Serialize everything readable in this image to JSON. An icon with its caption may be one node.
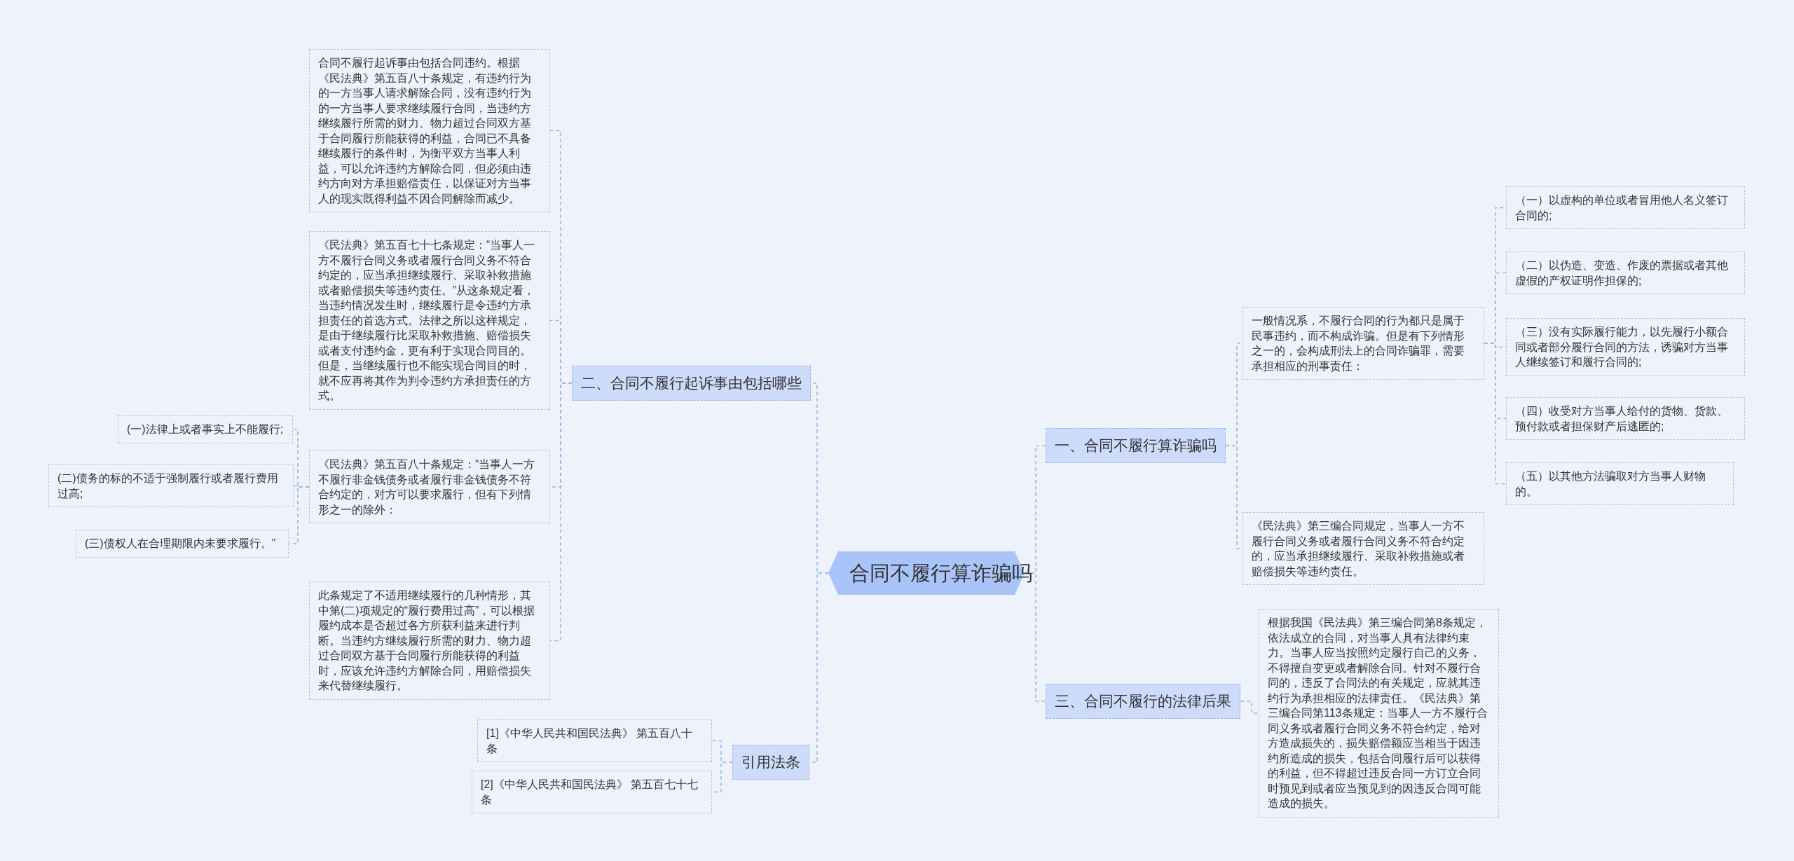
{
  "diagram": {
    "nodes": [
      {
        "text": [
          "合同不履行算诈骗吗"
        ]
      },
      {
        "text": [
          "二、合同不履行起诉事由包括哪些"
        ]
      },
      {
        "text": [
          "合同不履行起诉事由包括合同违约。根据《民法典》第五百八十条规定，有违约行为的一方当事人请求解除合同，没有违约行为的一方当事人要求继续履行合同，当违约方继续履行所需的财力、物力超过合同双方基于合同履行所能获得的利益，合同已不具备继续履行的条件时，为衡平双方当事人利益，可以允许违约方解除合同，但必须由违约方向对方承担赔偿责任，以保证对方当事人的现实既得利益不因合同解除而减少。"
        ]
      },
      {
        "text": [
          "《民法典》第五百七十七条规定：“当事人一方不履行合同义务或者履行合同义务不符合约定的，应当承担继续履行、采取补救措施或者赔偿损失等违约责任。”从这条规定看，当违约情况发生时，继续履行是令违约方承担责任的首选方式。法律之所以这样规定，是由于继续履行比采取补救措施、赔偿损失或者支付违约金，更有利于实现合同目的。但是，当继续履行也不能实现合同目的时，就不应再将其作为判令违约方承担责任的方式。"
        ]
      },
      {
        "text": [
          "《民法典》第五百八十条规定：“当事人一方不履行非金钱债务或者履行非金钱债务不符合约定的，对方可以要求履行，但有下列情形之一的除外："
        ]
      },
      {
        "text": [
          "(一)法律上或者事实上不能履行;"
        ]
      },
      {
        "text": [
          "(二)债务的标的不适于强制履行或者履行费用过高;"
        ]
      },
      {
        "text": [
          "(三)债权人在合理期限内未要求履行。”"
        ]
      },
      {
        "text": [
          "此条规定了不适用继续履行的几种情形，其中第(二)项规定的“履行费用过高”，可以根据履约成本是否超过各方所获利益来进行判断。当违约方继续履行所需的财力、物力超过合同双方基于合同履行所能获得的利益时，应该允许违约方解除合同，用赔偿损失来代替继续履行。"
        ]
      },
      {
        "text": [
          "引用法条"
        ]
      },
      {
        "text": [
          "[1]《中华人民共和国民法典》 第五百八十条"
        ]
      },
      {
        "text": [
          "[2]《中华人民共和国民法典》 第五百七十七条"
        ]
      },
      {
        "text": [
          "一、合同不履行算诈骗吗"
        ]
      },
      {
        "text": [
          "一般情况系，不履行合同的行为都只是属于民事违约，而不构成诈骗。但是有下列情形之一的，会构成刑法上的合同诈骗罪，需要承担相应的刑事责任："
        ]
      },
      {
        "text": [
          "（一）以虚构的单位或者冒用他人名义签订合同的;"
        ]
      },
      {
        "text": [
          "（二）以伪造、变造、作废的票据或者其他虚假的产权证明作担保的;"
        ]
      },
      {
        "text": [
          "（三）没有实际履行能力，以先履行小额合同或者部分履行合同的方法，诱骗对方当事人继续签订和履行合同的;"
        ]
      },
      {
        "text": [
          "（四）收受对方当事人给付的货物、货款、预付款或者担保财产后逃匿的;"
        ]
      },
      {
        "text": [
          "（五）以其他方法骗取对方当事人财物的。"
        ]
      },
      {
        "text": [
          "《民法典》第三编合同规定，当事人一方不履行合同义务或者履行合同义务不符合约定的，应当承担继续履行、采取补救措施或者赔偿损失等违约责任。"
        ]
      },
      {
        "text": [
          "三、合同不履行的法律后果"
        ]
      },
      {
        "text": [
          "根据我国《民法典》第三编合同第8条规定，依法成立的合同，对当事人具有法律约束力。当事人应当按照约定履行自己的义务，不得擅自变更或者解除合同。针对不履行合同的，违反了合同法的有关规定，应就其违约行为承担相应的法律责任。《民法典》第三编合同第113条规定：当事人一方不履行合同义务或者履行合同义务不符合约定，给对方造成损失的，损失赔偿额应当相当于因违约所造成的损失，包括合同履行后可以获得的利益，但不得超过违反合同一方订立合同时预见到或者应当预见到的因违反合同可能造成的损失。"
        ]
      }
    ],
    "edges": [
      {
        "from": 0,
        "to": 1,
        "arrow": "none"
      },
      {
        "from": 1,
        "to": 2,
        "arrow": "none"
      },
      {
        "from": 1,
        "to": 3,
        "arrow": "none"
      },
      {
        "from": 1,
        "to": 4,
        "arrow": "none"
      },
      {
        "from": 4,
        "to": 5,
        "arrow": "none"
      },
      {
        "from": 4,
        "to": 6,
        "arrow": "none"
      },
      {
        "from": 4,
        "to": 7,
        "arrow": "none"
      },
      {
        "from": 1,
        "to": 8,
        "arrow": "none"
      },
      {
        "from": 0,
        "to": 9,
        "arrow": "none"
      },
      {
        "from": 9,
        "to": 10,
        "arrow": "none"
      },
      {
        "from": 9,
        "to": 11,
        "arrow": "none"
      },
      {
        "from": 0,
        "to": 12,
        "arrow": "none"
      },
      {
        "from": 12,
        "to": 13,
        "arrow": "none"
      },
      {
        "from": 13,
        "to": 14,
        "arrow": "none"
      },
      {
        "from": 13,
        "to": 15,
        "arrow": "none"
      },
      {
        "from": 13,
        "to": 16,
        "arrow": "none"
      },
      {
        "from": 13,
        "to": 17,
        "arrow": "none"
      },
      {
        "from": 13,
        "to": 18,
        "arrow": "none"
      },
      {
        "from": 12,
        "to": 19,
        "arrow": "none"
      },
      {
        "from": 0,
        "to": 20,
        "arrow": "none"
      },
      {
        "from": 20,
        "to": 21,
        "arrow": "none"
      }
    ]
  }
}
